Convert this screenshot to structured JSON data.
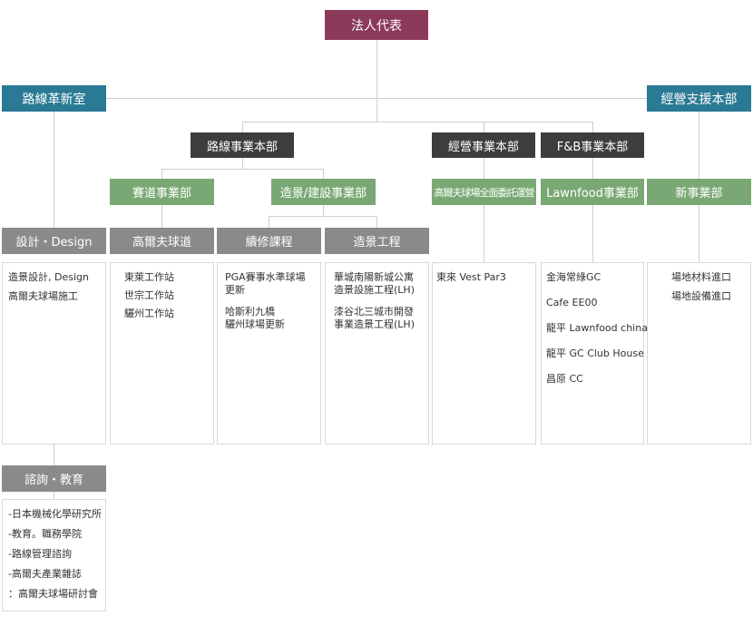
{
  "top": {
    "ceo": "法人代表",
    "left_office": "路線革新室",
    "right_office": "經營支援本部"
  },
  "headquarters": {
    "route": "路線事業本部",
    "management": "經營事業本部",
    "fnb": "F&B事業本部"
  },
  "divisions": {
    "course": "賽道事業部",
    "landscape": "造景/建設事業部",
    "consign": "高爾夫球場全面委託運營",
    "lawnfood": "Lawnfood事業部",
    "new_biz": "新事業部"
  },
  "teams": {
    "design": "設計・Design",
    "golf_course": "高爾夫球道",
    "repair": "續修課程",
    "construction": "造景工程",
    "consulting": "諮詢・教育"
  },
  "panels": {
    "design": [
      "造景設計, Design",
      "高爾夫球場施工"
    ],
    "golf_course": [
      "東萊工作站",
      "世宗工作站",
      "驪州工作站"
    ],
    "repair": [
      "PGA賽事水準球場",
      "更新",
      "",
      "哈斯利九橋",
      "驪州球場更新"
    ],
    "construction": [
      "華城南陽新城公寓",
      "造景設施工程(LH)",
      "",
      "漆谷北三城市開發",
      "事業造景工程(LH)"
    ],
    "consign": [
      "東來 Vest Par3"
    ],
    "lawnfood": [
      "金海常綠GC",
      "Cafe EE00",
      "龍平 Lawnfood china",
      "龍平 GC Club House",
      "昌原 CC"
    ],
    "new_biz": [
      "場地材料進口",
      "場地設備進口"
    ],
    "consulting": [
      "-日本機械化學研究所",
      "-教育。職務學院",
      "-路線管理諮詢",
      "-高爾夫產業雜誌",
      "：高爾夫球場研討會"
    ]
  },
  "colors": {
    "ceo": "#8b3a59",
    "teal": "#2a7a96",
    "dark": "#3d3d3d",
    "green": "#7aa874",
    "gray": "#8a8a8a",
    "line": "#cfcfcf"
  }
}
